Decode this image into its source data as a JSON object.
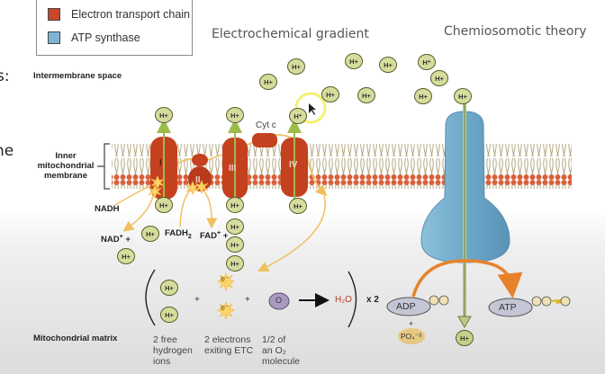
{
  "legend": {
    "items": [
      {
        "label": "Electron transport chain",
        "color": "#c9472b"
      },
      {
        "label": "ATP synthase",
        "color": "#7fb3d3"
      }
    ]
  },
  "headings": {
    "gradient": "Electrochemical gradient",
    "chemiosmotic": "Chemiosomotic theory"
  },
  "side_fragments": [
    "s:",
    "ne"
  ],
  "labels": {
    "intermembrane": "Intermembrane space",
    "inner_membrane": [
      "Inner",
      "mitochondrial",
      "membrane"
    ],
    "matrix": "Mitochondrial matrix",
    "nadh": "NADH",
    "nad": "NAD",
    "fadh2": "FADH",
    "fad": "FAD",
    "cytc": "Cyt c"
  },
  "complexes": [
    "I",
    "II",
    "III",
    "IV"
  ],
  "proton_label": "H+",
  "proton_label_alt": "H⁺",
  "equation": {
    "electron": "e⁻",
    "oxygen": "O",
    "product": "H₂O",
    "multiplier": "x 2",
    "plus": "+",
    "captions": [
      [
        "2 free",
        "hydrogen",
        "ions"
      ],
      [
        "2 electrons",
        "exiting ETC"
      ],
      [
        "1/2 of",
        "an O₂",
        "molecule"
      ]
    ]
  },
  "atp_synthesis": {
    "adp": "ADP",
    "atp": "ATP",
    "phosphate": "PO₄⁻³",
    "plus": "+"
  },
  "colors": {
    "membrane_head": "#d9603b",
    "protein_red": "#c4411f",
    "synthase_blue": "#6fa8c9",
    "proton_fill": "#d6dc9c",
    "arrow_green": "#9dbb4a",
    "electron_path": "#f0c060",
    "atp_arrow": "#e8822a"
  }
}
